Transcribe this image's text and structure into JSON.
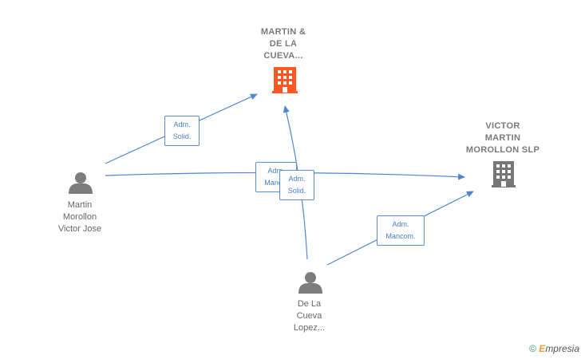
{
  "colors": {
    "edge": "#4f86d0",
    "person": "#7d7d7d",
    "main_company": "#ff5722",
    "company": "#777777"
  },
  "nodes": {
    "martin_cueva": {
      "label": "MARTIN &\nDE LA\nCUEVA...",
      "icon": "building-icon",
      "highlight": true
    },
    "victor_slp": {
      "label": "VICTOR\nMARTIN\nMOROLLON  SLP",
      "icon": "building-icon"
    },
    "martin_morollon": {
      "label": "Martin\nMorollon\nVictor Jose",
      "icon": "person-icon"
    },
    "de_la_cueva": {
      "label": "De La\nCueva\nLopez...",
      "icon": "person-icon"
    }
  },
  "edges": [
    {
      "id": "e1",
      "label": "Adm.\nSolid."
    },
    {
      "id": "e2",
      "label": "Adm.\nManc..."
    },
    {
      "id": "e3",
      "label": "Adm.\nSolid."
    },
    {
      "id": "e4",
      "label": "Adm.\nMancom."
    }
  ],
  "footer": {
    "copyright": "©",
    "brand_initial": "E",
    "brand_rest": "mpresia"
  }
}
